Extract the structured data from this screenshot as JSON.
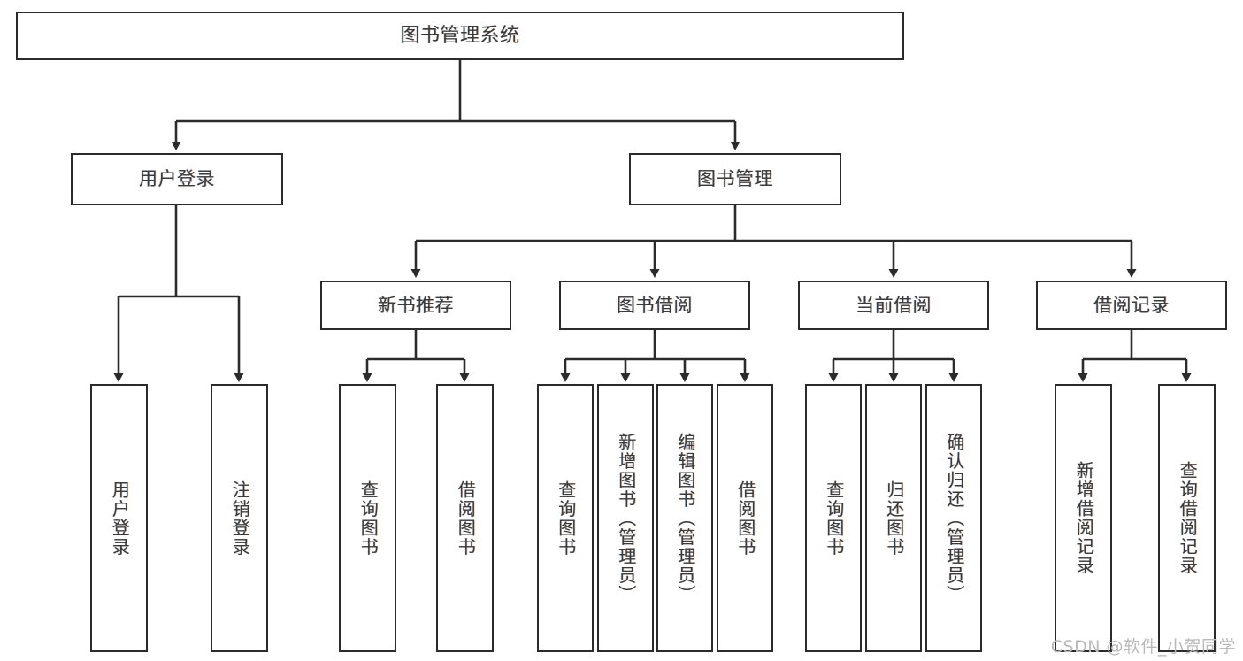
{
  "diagram": {
    "title": "图书管理系统",
    "type": "tree",
    "watermark": "CSDN @软件_小贺同学",
    "colors": {
      "stroke": "#2b2b2b",
      "fill": "#ffffff",
      "text": "#3a3a3a",
      "watermark": "#b9b9b9"
    },
    "levels": {
      "root": {
        "label": "图书管理系统"
      },
      "level2": [
        {
          "label": "用户登录"
        },
        {
          "label": "图书管理"
        }
      ],
      "level3": [
        {
          "label": "新书推荐"
        },
        {
          "label": "图书借阅"
        },
        {
          "label": "当前借阅"
        },
        {
          "label": "借阅记录"
        }
      ],
      "leaves": [
        {
          "label": "用户登录",
          "parent": "用户登录"
        },
        {
          "label": "注销登录",
          "parent": "用户登录"
        },
        {
          "label": "查询图书",
          "parent": "新书推荐"
        },
        {
          "label": "借阅图书",
          "parent": "新书推荐"
        },
        {
          "label": "查询图书",
          "parent": "图书借阅"
        },
        {
          "label": "新增图书（管理员）",
          "parent": "图书借阅"
        },
        {
          "label": "编辑图书（管理员）",
          "parent": "图书借阅"
        },
        {
          "label": "借阅图书",
          "parent": "图书借阅"
        },
        {
          "label": "查询图书",
          "parent": "当前借阅"
        },
        {
          "label": "归还图书",
          "parent": "当前借阅"
        },
        {
          "label": "确认归还（管理员）",
          "parent": "当前借阅"
        },
        {
          "label": "新增借阅记录",
          "parent": "借阅记录"
        },
        {
          "label": "查询借阅记录",
          "parent": "借阅记录"
        }
      ]
    }
  }
}
